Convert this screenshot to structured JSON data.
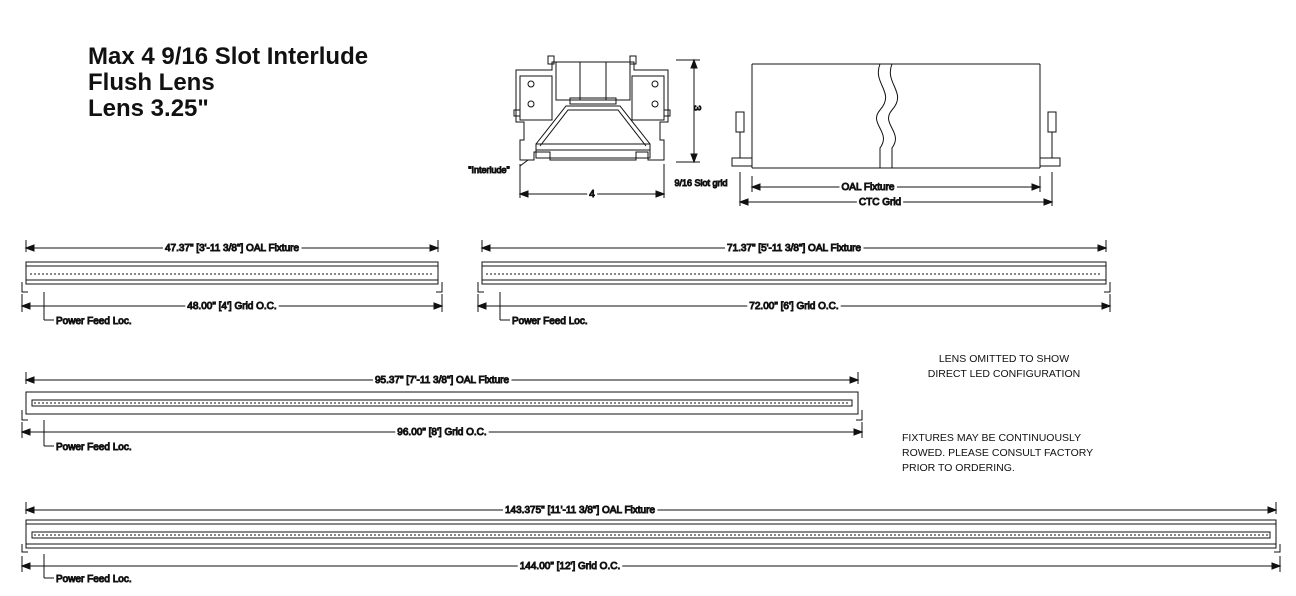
{
  "title": {
    "line1": "Max 4 9/16 Slot Interlude",
    "line2": "Flush Lens",
    "line3": "Lens 3.25\""
  },
  "section_detail": {
    "height_label": "3",
    "width_label": "4",
    "interlude_label": "\"Interlude\"",
    "grid_label": "9/16 Slot grid"
  },
  "elevation_detail": {
    "oal_label": "OAL Fixture",
    "ctc_label": "CTC Grid"
  },
  "fixtures": [
    {
      "oal": "47.37\" [3'-11 3/8\"] OAL Fixture",
      "grid": "48.00\" [4'] Grid O.C.",
      "feed": "Power Feed Loc."
    },
    {
      "oal": "71.37\" [5'-11 3/8\"] OAL Fixture",
      "grid": "72.00\" [6'] Grid O.C.",
      "feed": "Power Feed Loc."
    },
    {
      "oal": "95.37\" [7'-11 3/8\"] OAL Fixture",
      "grid": "96.00\" [8'] Grid O.C.",
      "feed": "Power Feed Loc."
    },
    {
      "oal": "143.375\" [11'-11 3/8\"] OAL Fixture",
      "grid": "144.00\" [12'] Grid O.C.",
      "feed": "Power Feed Loc."
    }
  ],
  "notes": {
    "lens_omitted": [
      "LENS OMITTED TO SHOW",
      "DIRECT LED CONFIGURATION"
    ],
    "continuous": [
      "FIXTURES MAY BE CONTINUOUSLY",
      "ROWED. PLEASE CONSULT FACTORY",
      "PRIOR TO ORDERING."
    ]
  }
}
